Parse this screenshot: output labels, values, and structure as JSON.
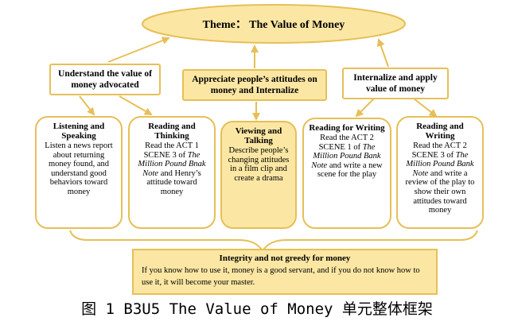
{
  "theme": "Theme：  The Value of Money",
  "middle": {
    "left": "Understand the value of money advocated",
    "center": "Appreciate people’s attitudes on money and Internalize",
    "right": "Internalize and apply value of money"
  },
  "cards": [
    {
      "title": "Listening and Speaking",
      "desc": [
        {
          "t": "Listen a news report about returning money found, and understand good behaviors toward money"
        }
      ]
    },
    {
      "title": "Reading and Thinking",
      "desc": [
        {
          "t": "Read the ACT 1 SCENE 3 of "
        },
        {
          "t": "The Million Pound Bnak Note",
          "i": true
        },
        {
          "t": " and Henry’s attitude toward money"
        }
      ]
    },
    {
      "title": "Viewing and Talking",
      "desc": [
        {
          "t": "Describe people’s changing attitudes in a film clip and create a drama"
        }
      ]
    },
    {
      "title": "Reading for Writing",
      "desc": [
        {
          "t": "Read the ACT 2 SCENE 1 of "
        },
        {
          "t": "The Million Pound Bank Note",
          "i": true
        },
        {
          "t": " and write a new scene for the play"
        }
      ]
    },
    {
      "title": "Reading and Writing",
      "desc": [
        {
          "t": "Read the ACT 2 SCENE 3 of "
        },
        {
          "t": "The Million Pound Bank Note",
          "i": true
        },
        {
          "t": " and write a review of the play to show their own attitudes toward money"
        }
      ]
    }
  ],
  "bottom": {
    "title": "Integrity and not greedy for money",
    "text": "If you know how to use it, money is a good servant, and if you do not know how to use it, it will become your master."
  },
  "caption": "图 1 B3U5 The Value of Money 单元整体框架",
  "colors": {
    "stroke": "#e6bf57",
    "fill": "#fbe7a3",
    "text": "#000000"
  }
}
